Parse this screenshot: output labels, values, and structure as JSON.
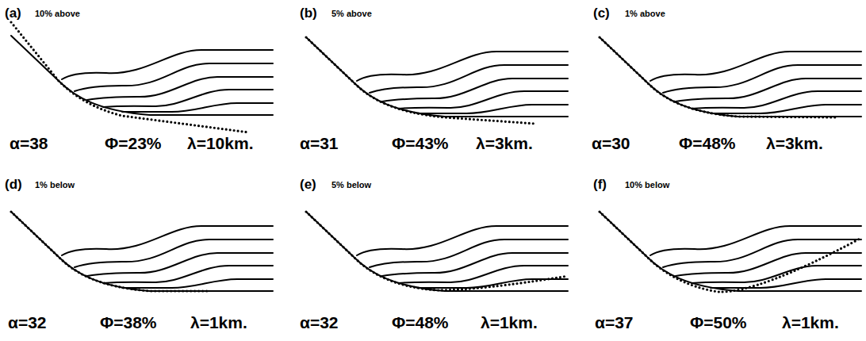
{
  "diagram": {
    "labels": [
      "(a)",
      "10% above",
      "α=38",
      "Φ=23%",
      "λ=10km.",
      "(b)",
      "5% above",
      "α=31",
      "Φ=43%",
      "λ=3km.",
      "(c)",
      "1% above",
      "α=30",
      "Φ=48%",
      "λ=3km.",
      "(d)",
      "1% below",
      "α=32",
      "Φ=38%",
      "λ=1km.",
      "(e)",
      "5% below",
      "α=32",
      "Φ=48%",
      "λ=1km.",
      "(f)",
      "10% below",
      "α=37",
      "Φ=50%",
      "λ=1km."
    ]
  }
}
